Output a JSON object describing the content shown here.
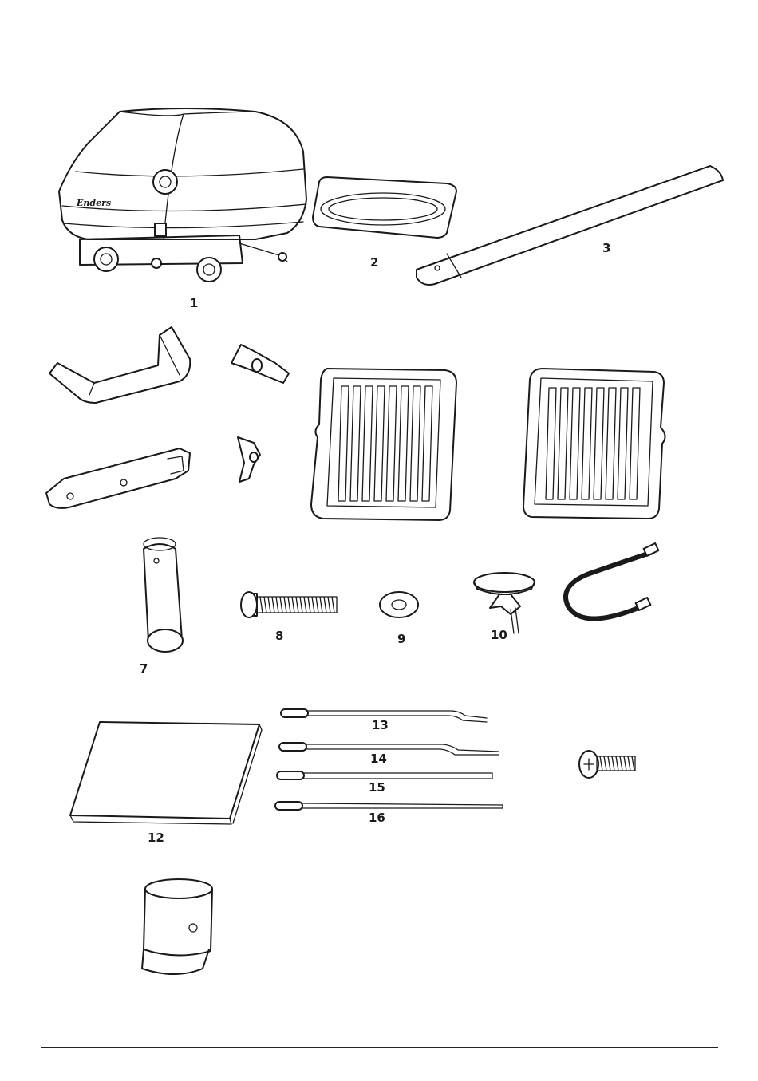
{
  "brand": "Enders",
  "parts": [
    {
      "id": "part-1",
      "label": "1"
    },
    {
      "id": "part-2",
      "label": "2"
    },
    {
      "id": "part-3",
      "label": "3"
    },
    {
      "id": "part-7",
      "label": "7"
    },
    {
      "id": "part-8",
      "label": "8"
    },
    {
      "id": "part-9",
      "label": "9"
    },
    {
      "id": "part-10",
      "label": "10"
    },
    {
      "id": "part-12",
      "label": "12"
    },
    {
      "id": "part-13",
      "label": "13"
    },
    {
      "id": "part-14",
      "label": "14"
    },
    {
      "id": "part-15",
      "label": "15"
    },
    {
      "id": "part-16",
      "label": "16"
    }
  ]
}
